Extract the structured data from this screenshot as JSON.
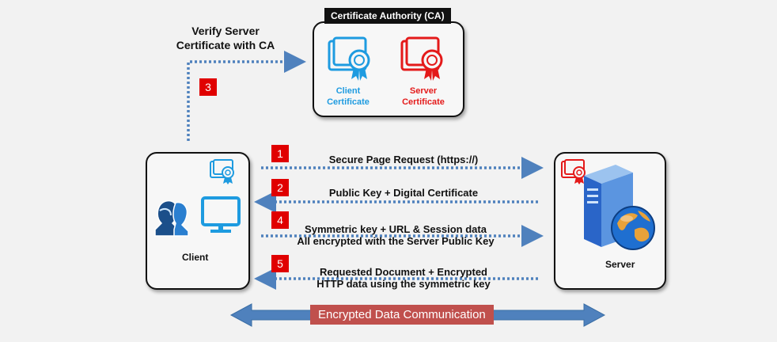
{
  "ca": {
    "title": "Certificate Authority (CA)",
    "client_cert_label_1": "Client",
    "client_cert_label_2": "Certificate",
    "server_cert_label_1": "Server",
    "server_cert_label_2": "Certificate"
  },
  "verify_label_1": "Verify Server",
  "verify_label_2": "Certificate with CA",
  "client_label": "Client",
  "server_label": "Server",
  "steps": {
    "s1": {
      "num": "1",
      "text": "Secure Page Request (https://)"
    },
    "s2": {
      "num": "2",
      "text": "Public Key + Digital Certificate"
    },
    "s3": {
      "num": "3"
    },
    "s4": {
      "num": "4",
      "text_1": "Symmetric key + URL & Session data",
      "text_2": "All encrypted  with the Server Public Key"
    },
    "s5": {
      "num": "5",
      "text_1": "Requested Document + Encrypted",
      "text_2": "HTTP data using the symmetric key"
    }
  },
  "encrypted_label": "Encrypted Data Communication",
  "colors": {
    "arrow_blue": "#4f81bd",
    "client_cert": "#1e9be0",
    "server_cert": "#e41a1a",
    "step_badge": "#e00000",
    "encrypted_bar": "#c0504d"
  }
}
